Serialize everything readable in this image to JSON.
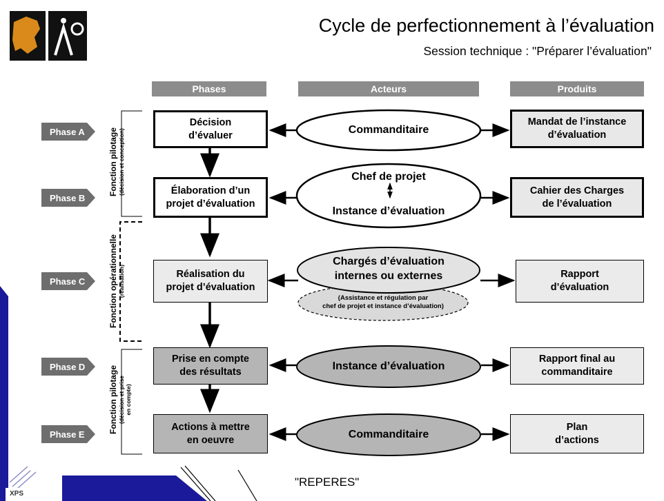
{
  "header": {
    "title": "Cycle de perfectionnement à l’évaluation",
    "subtitle": "Session technique : \"Préparer l’évaluation\""
  },
  "columns": {
    "phases": "Phases",
    "acteurs": "Acteurs",
    "produits": "Produits"
  },
  "phases": [
    {
      "tag": "Phase A",
      "step": "Décision d’évaluer",
      "step_lines": [
        "Décision",
        "d’évaluer"
      ],
      "product_lines": [
        "Mandat de l’instance",
        "d’évaluation"
      ]
    },
    {
      "tag": "Phase B",
      "step_lines": [
        "Élaboration d’un",
        "projet d’évaluation"
      ],
      "product_lines": [
        "Cahier des Charges",
        "de l’évaluation"
      ]
    },
    {
      "tag": "Phase C",
      "step_lines": [
        "Réalisation du",
        "projet d’évaluation"
      ],
      "product_lines": [
        "Rapport",
        "d’évaluation"
      ]
    },
    {
      "tag": "Phase D",
      "step_lines": [
        "Prise en compte",
        "des résultats"
      ],
      "product_lines": [
        "Rapport final au",
        "commanditaire"
      ]
    },
    {
      "tag": "Phase E",
      "step_lines": [
        "Actions à mettre",
        "en oeuvre"
      ],
      "product_lines": [
        "Plan",
        "d’actions"
      ]
    }
  ],
  "actors": {
    "a": "Commanditaire",
    "b_top": "Chef de projet",
    "b_bottom": "Instance d’évaluation",
    "c_lines": [
      "Chargés d’évaluation",
      "internes ou externes"
    ],
    "c_note_lines": [
      "(Assistance et régulation par",
      "chef de projet et instance d’évaluation)"
    ],
    "d": "Instance d’évaluation",
    "e": "Commanditaire"
  },
  "functions": {
    "pilotage1": {
      "main": "Fonction pilotage",
      "sub": "(décision et conception)"
    },
    "operationnelle": {
      "main": "Fonction opérationnelle",
      "sub": "(réalisation)"
    },
    "pilotage2": {
      "main": "Fonction pilotage",
      "sub_lines": [
        "(décision et prise",
        "en compte)"
      ]
    }
  },
  "footer": {
    "label": "\"REPERES\"",
    "logo_text": "XPS"
  },
  "colors": {
    "header_grey": "#8c8c8c",
    "phase_tag": "#6e6e6e",
    "light_box": "#ebebeb",
    "dark_box": "#b5b5b5",
    "blue": "#1a1a9a",
    "logo_orange": "#d98a1a"
  }
}
